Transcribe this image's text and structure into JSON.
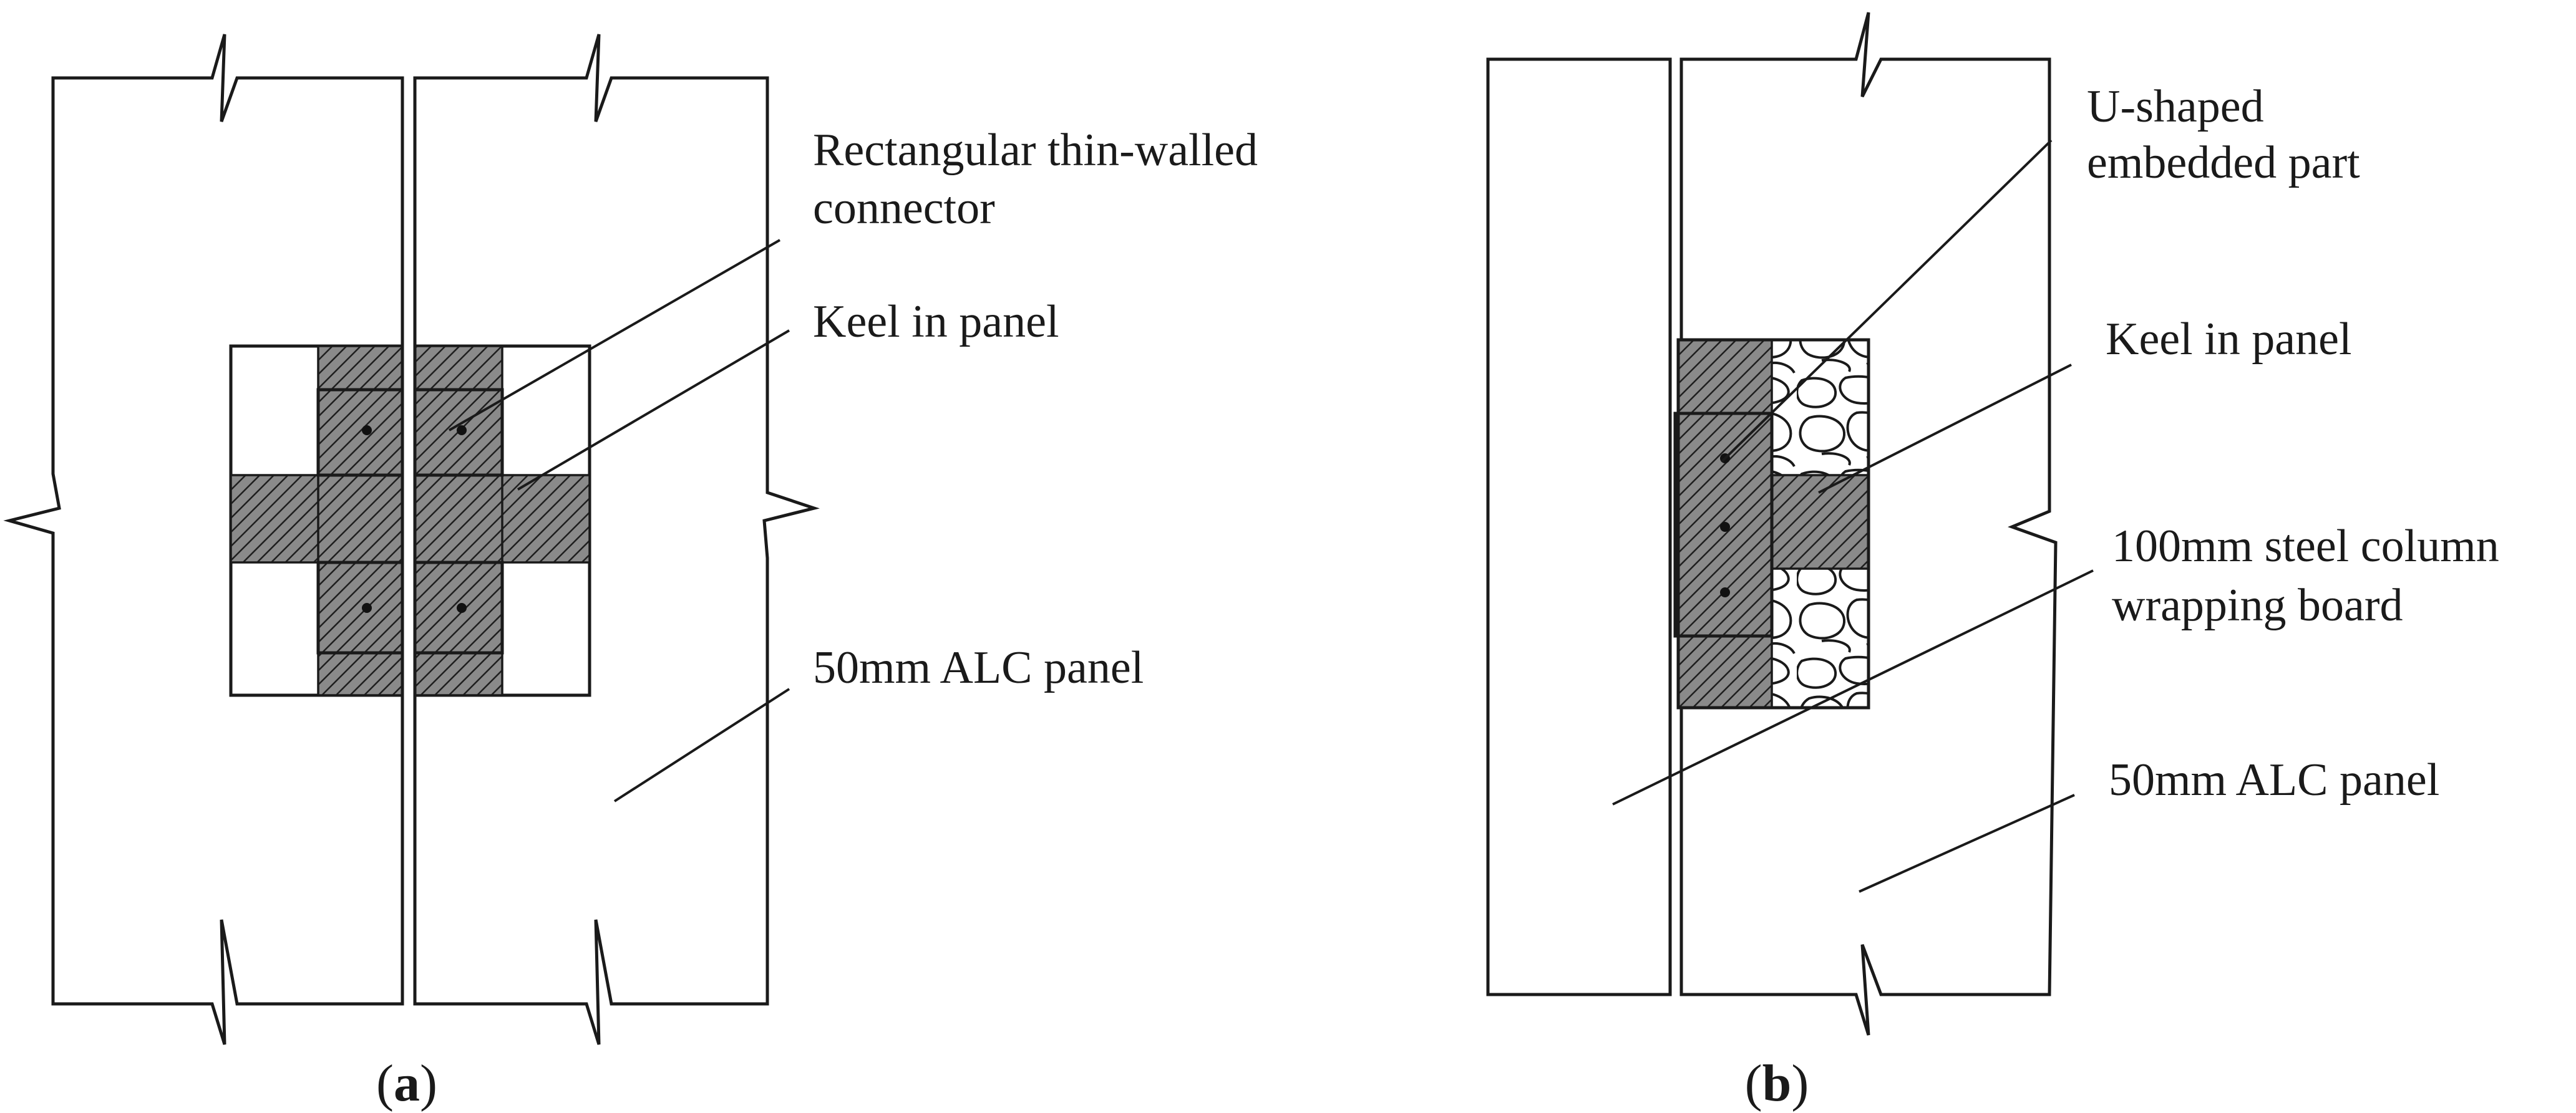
{
  "panel_a": {
    "labels": {
      "connector_line1": "Rectangular thin-walled",
      "connector_line2": "connector",
      "keel": "Keel in panel",
      "alc": "50mm ALC panel"
    },
    "caption": {
      "open": "(",
      "letter": "a",
      "close": ")"
    }
  },
  "panel_b": {
    "labels": {
      "embedded_line1": "U-shaped",
      "embedded_line2": "embedded part",
      "keel": "Keel in panel",
      "wrap_line1": "100mm steel column",
      "wrap_line2": "wrapping board",
      "alc": "50mm ALC panel"
    },
    "caption": {
      "open": "(",
      "letter": "b",
      "close": ")"
    }
  },
  "fills": {
    "concrete": "#e6e6e6",
    "stipple": "#4a4a4a",
    "hatch_bg": "#8a8a8a",
    "hatch_line": "#1e1e1e",
    "line": "#1a1a1a",
    "paper": "#ffffff"
  }
}
